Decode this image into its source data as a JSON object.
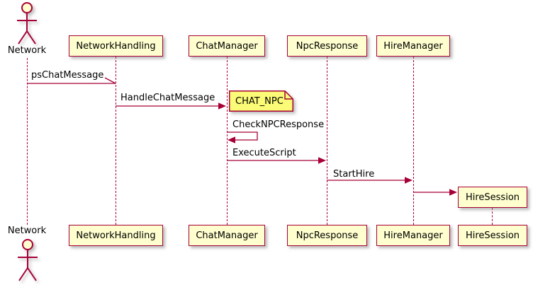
{
  "diagram": {
    "type": "sequence",
    "style": "plantuml"
  },
  "colors": {
    "background": "#FFFFFF",
    "participant_fill": "#FEFECE",
    "participant_border": "#A80036",
    "lifeline": "#A80036",
    "arrow": "#A80036",
    "note_fill": "#FBFB77",
    "note_border": "#A80036",
    "text": "#000000"
  },
  "actor": {
    "name": "Network"
  },
  "participants": [
    {
      "name": "NetworkHandling"
    },
    {
      "name": "ChatManager"
    },
    {
      "name": "NpcResponse"
    },
    {
      "name": "HireManager"
    },
    {
      "name": "HireSession"
    }
  ],
  "messages": [
    {
      "from": "Network",
      "to": "NetworkHandling",
      "label": "psChatMessage",
      "arrow": "open-slash"
    },
    {
      "from": "NetworkHandling",
      "to": "ChatManager",
      "label": "HandleChatMessage",
      "arrow": "filled"
    },
    {
      "from": "ChatManager",
      "to": "ChatManager",
      "label": "CheckNPCResponse",
      "arrow": "self"
    },
    {
      "from": "ChatManager",
      "to": "NpcResponse",
      "label": "ExecuteScript",
      "arrow": "filled"
    },
    {
      "from": "NpcResponse",
      "to": "HireManager",
      "label": "StartHire",
      "arrow": "filled"
    },
    {
      "from": "HireManager",
      "to": "HireSession",
      "label": "",
      "arrow": "create"
    }
  ],
  "note": {
    "label": "CHAT_NPC",
    "attached_to": "ChatManager"
  }
}
